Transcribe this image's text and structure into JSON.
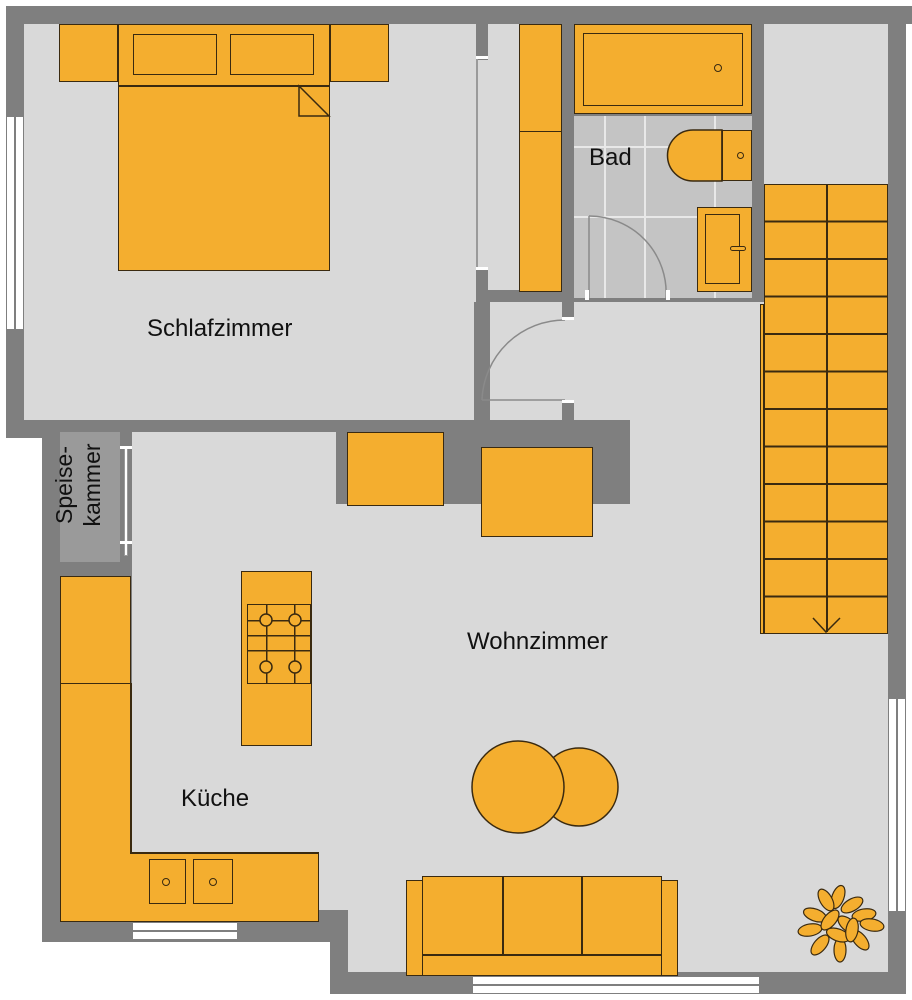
{
  "plan": {
    "type": "floor-plan",
    "colors": {
      "wall": "#7f7f7f",
      "floor": "#d9d9d9",
      "bath_floor": "#c4c4c4",
      "pantry_floor": "#9a9a9a",
      "furniture": "#f4ae2f",
      "outline": "#3a2a10",
      "window": "#ffffff"
    }
  },
  "rooms": {
    "bedroom": "Schlafzimmer",
    "bathroom": "Bad",
    "pantry_line1": "Speise-",
    "pantry_line2": "kammer",
    "living_room": "Wohnzimmer",
    "kitchen": "Küche"
  },
  "furniture": {
    "bed": "double-bed",
    "nightstands": 2,
    "pillows": 2,
    "wardrobe_segments": 2,
    "bathtub": "bathtub",
    "toilet": "toilet",
    "sink_bathroom": "washbasin",
    "stairs_steps": 12,
    "stairs_direction": "down",
    "cooktop_burners": 4,
    "kitchen_sinks": 2,
    "sofa_seats": 3,
    "tables": 2,
    "round_tables": 2,
    "plant": "potted-plant"
  }
}
